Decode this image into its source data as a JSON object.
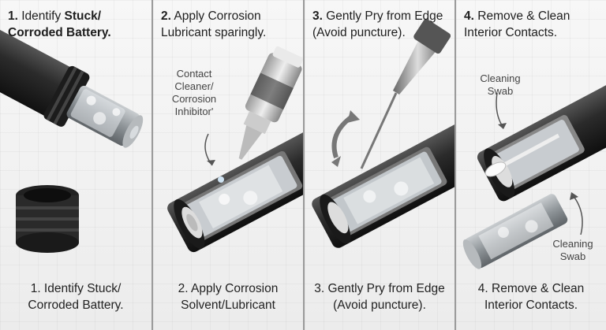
{
  "steps": [
    {
      "number": "1.",
      "title_plain": "Identify ",
      "title_bold_1": "Stuck/",
      "title_bold_2": "Corroded Battery.",
      "caption_line1": "1. Identify Stuck/",
      "caption_line2": "Corroded Battery."
    },
    {
      "number": "2.",
      "title_line1": "Apply Corrosion",
      "title_line2": "Lubricant sparingly.",
      "annotation": [
        "Contact",
        "Cleaner/",
        "Corrosion",
        "Inhibitor'"
      ],
      "caption_line1": "2. Apply Corrosion",
      "caption_line2": "Solvent/Lubricant"
    },
    {
      "number": "3.",
      "title_line1": "Gently Pry from Edge",
      "title_line2": "(Avoid puncture).",
      "caption_line1": "3. Gently Pry from Edge",
      "caption_line2": "(Avoid puncture)."
    },
    {
      "number": "4.",
      "title_line1": "Remove & Clean",
      "title_line2": "Interior Contacts.",
      "annotation_top": [
        "Cleaning",
        "Swab"
      ],
      "annotation_bottom": [
        "Cleaning",
        "Swab"
      ],
      "caption_line1": "4. Remove & Clean",
      "caption_line2": "Interior Contacts."
    }
  ],
  "colors": {
    "flashlight_body": "#2b2b2b",
    "battery": "#9aa0a4",
    "corrosion": "#e8ecef",
    "divider": "#9a9a9a",
    "panel_bg": "#f2f2f2"
  }
}
